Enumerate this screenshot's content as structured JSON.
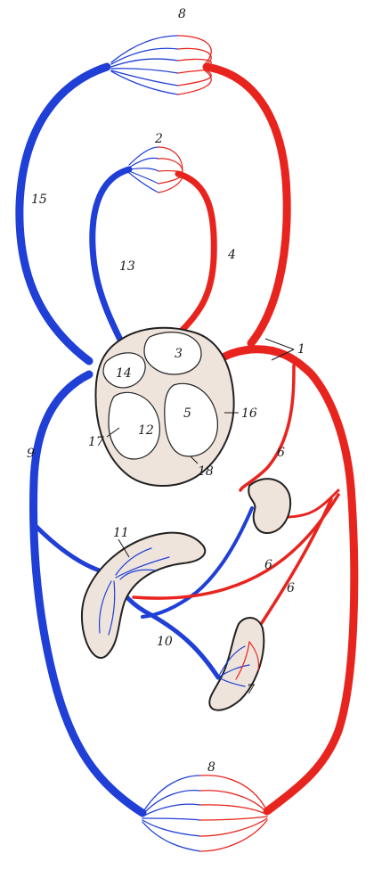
{
  "colors": {
    "venous": "#1f3fd6",
    "arterial": "#e8241e",
    "tissue": "#efe4dc",
    "outline": "#222222"
  },
  "labels": {
    "l8_top": "8",
    "l2": "2",
    "l15": "15",
    "l13": "13",
    "l4": "4",
    "l1": "1",
    "l3": "3",
    "l14": "14",
    "l5": "5",
    "l16": "16",
    "l12": "12",
    "l17": "17",
    "l9": "9",
    "l18": "18",
    "l6_a": "6",
    "l11": "11",
    "l6_b": "6",
    "l6_c": "6",
    "l10": "10",
    "l7": "7",
    "l8_bottom": "8"
  }
}
